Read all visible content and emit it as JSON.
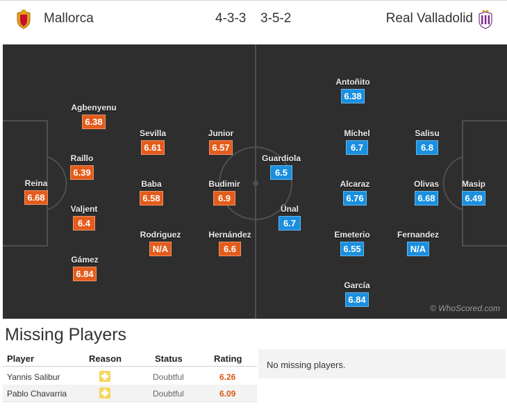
{
  "header": {
    "home_team": "Mallorca",
    "home_formation": "4-3-3",
    "away_formation": "3-5-2",
    "away_team": "Real Valladolid"
  },
  "colors": {
    "home_rating": "#e45c1b",
    "away_rating": "#1a8fdf",
    "pitch": "#2e2e2e"
  },
  "watermark": "© WhoScored.com",
  "home_players": [
    {
      "name": "Reina",
      "rating": "6.68"
    },
    {
      "name": "Agbenyenu",
      "rating": "6.38"
    },
    {
      "name": "Raíllo",
      "rating": "6.39"
    },
    {
      "name": "Valjent",
      "rating": "6.4"
    },
    {
      "name": "Gámez",
      "rating": "6.84"
    },
    {
      "name": "Sevilla",
      "rating": "6.61"
    },
    {
      "name": "Baba",
      "rating": "6.58"
    },
    {
      "name": "Rodriguez",
      "rating": "N/A"
    },
    {
      "name": "Junior",
      "rating": "6.57"
    },
    {
      "name": "Budimir",
      "rating": "6.9"
    },
    {
      "name": "Hernández",
      "rating": "6.6"
    }
  ],
  "away_players": [
    {
      "name": "Guardiola",
      "rating": "6.5"
    },
    {
      "name": "Ünal",
      "rating": "6.7"
    },
    {
      "name": "Antoñito",
      "rating": "6.38"
    },
    {
      "name": "Míchel",
      "rating": "6.7"
    },
    {
      "name": "Alcaraz",
      "rating": "6.76"
    },
    {
      "name": "Emeterio",
      "rating": "6.55"
    },
    {
      "name": "García",
      "rating": "6.84"
    },
    {
      "name": "Salisu",
      "rating": "6.8"
    },
    {
      "name": "Olivas",
      "rating": "6.68"
    },
    {
      "name": "Fernandez",
      "rating": "N/A"
    },
    {
      "name": "Masip",
      "rating": "6.49"
    }
  ],
  "missing": {
    "title": "Missing Players",
    "columns": [
      "Player",
      "Reason",
      "Status",
      "Rating"
    ],
    "home_rows": [
      {
        "player": "Yannis Salibur",
        "reason_icon": "injury-icon",
        "status": "Doubtful",
        "rating": "6.26"
      },
      {
        "player": "Pablo Chavarria",
        "reason_icon": "injury-icon",
        "status": "Doubtful",
        "rating": "6.09"
      }
    ],
    "away_text": "No missing players."
  }
}
